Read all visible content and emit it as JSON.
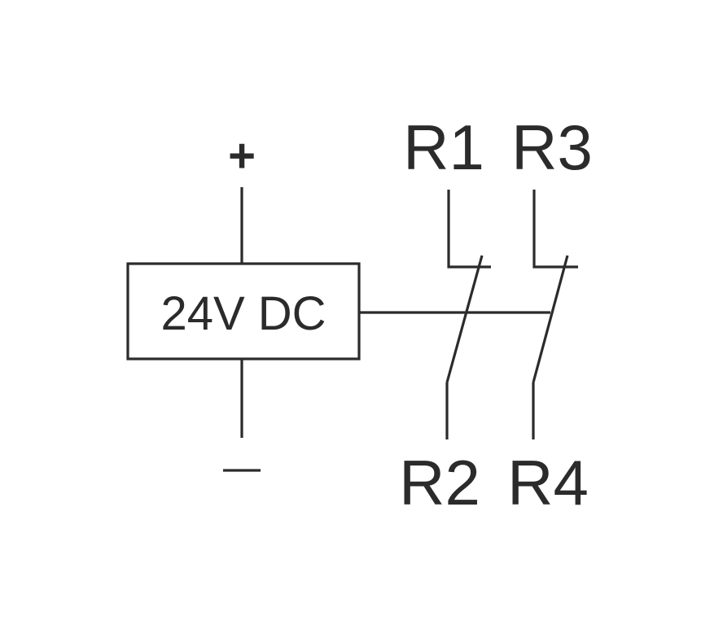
{
  "diagram": {
    "supply_label": "24V DC",
    "positive_symbol": "+",
    "negative_symbol": "−",
    "contacts": [
      {
        "top_terminal": "R1",
        "bottom_terminal": "R2"
      },
      {
        "top_terminal": "R3",
        "bottom_terminal": "R4"
      }
    ]
  },
  "colors": {
    "line": "#2b2b2b",
    "background": "#ffffff"
  }
}
